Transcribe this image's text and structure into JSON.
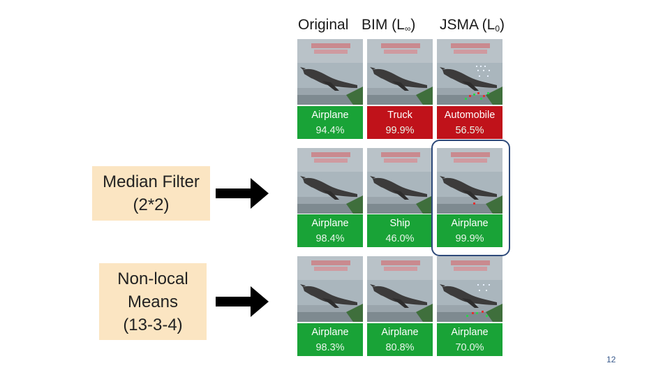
{
  "columns": [
    {
      "name": "Original",
      "sub": ""
    },
    {
      "name": "BIM (L",
      "sub": "∞",
      "suffix": ")"
    },
    {
      "name": "JSMA (L",
      "sub": "0",
      "suffix": ")"
    }
  ],
  "rows": [
    {
      "method": null,
      "results": [
        {
          "label": "Airplane",
          "pct": "94.4%",
          "status": "correct"
        },
        {
          "label": "Truck",
          "pct": "99.9%",
          "status": "wrong"
        },
        {
          "label": "Automobile",
          "pct": "56.5%",
          "status": "wrong"
        }
      ]
    },
    {
      "method": {
        "line1": "Median Filter",
        "line2": "(2*2)"
      },
      "results": [
        {
          "label": "Airplane",
          "pct": "98.4%",
          "status": "correct"
        },
        {
          "label": "Ship",
          "pct": "46.0%",
          "status": "correct"
        },
        {
          "label": "Airplane",
          "pct": "99.9%",
          "status": "correct"
        }
      ]
    },
    {
      "method": {
        "line1": "Non-local",
        "line2": "Means",
        "line3": "(13-3-4)"
      },
      "results": [
        {
          "label": "Airplane",
          "pct": "98.3%",
          "status": "correct"
        },
        {
          "label": "Airplane",
          "pct": "80.8%",
          "status": "correct"
        },
        {
          "label": "Airplane",
          "pct": "70.0%",
          "status": "correct"
        }
      ]
    }
  ],
  "colors": {
    "correct": "#19a337",
    "wrong": "#c0121a",
    "method_bg": "#fbe5c2",
    "highlight": "#2e4a7a"
  },
  "page_number": "12"
}
